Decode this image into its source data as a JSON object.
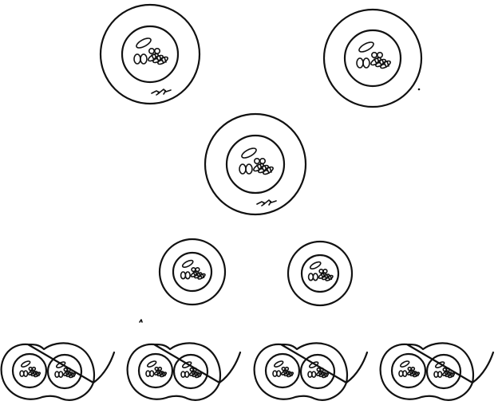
{
  "figure": {
    "caption": "",
    "ink_color": "#111111",
    "background_color": "#ffffff"
  },
  "rows": [
    {
      "name": "top-pair",
      "cells": [
        {
          "name": "large-cell-left",
          "kind": "large-cell",
          "with_debris": true
        },
        {
          "name": "large-cell-right",
          "kind": "large-cell",
          "with_debris": false
        }
      ]
    },
    {
      "name": "middle",
      "cells": [
        {
          "name": "large-cell-center",
          "kind": "large-cell",
          "with_debris": true
        }
      ]
    },
    {
      "name": "small-pair",
      "cells": [
        {
          "name": "small-cell-left",
          "kind": "small-cell"
        },
        {
          "name": "small-cell-right",
          "kind": "small-cell"
        }
      ]
    },
    {
      "name": "bottom-row",
      "cells": [
        {
          "name": "dividing-cell-1",
          "kind": "dividing-cell"
        },
        {
          "name": "dividing-cell-2",
          "kind": "dividing-cell"
        },
        {
          "name": "dividing-cell-3",
          "kind": "dividing-cell"
        },
        {
          "name": "dividing-cell-4",
          "kind": "dividing-cell"
        }
      ]
    }
  ]
}
